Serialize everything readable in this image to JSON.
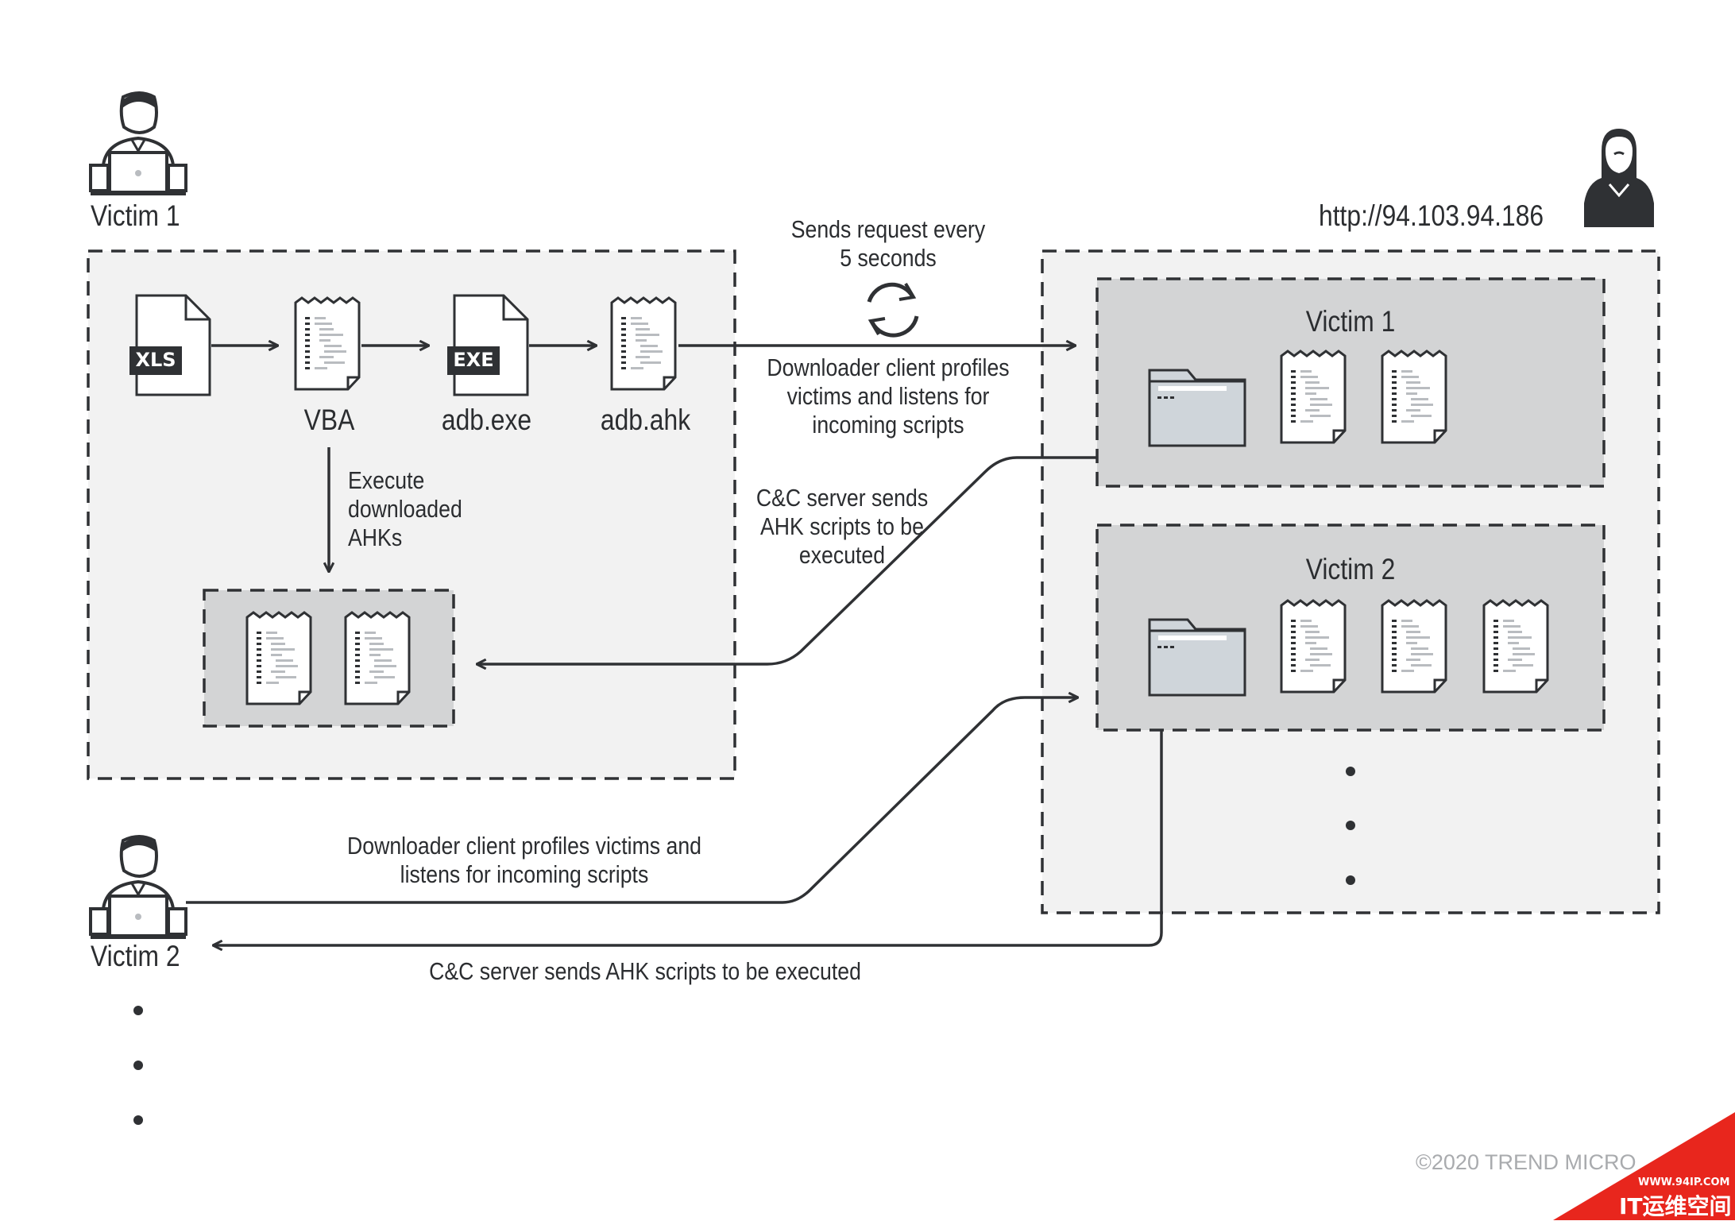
{
  "victim1_label": "Victim 1",
  "victim2_label": "Victim 2",
  "server_url": "http://94.103.94.186",
  "files": {
    "xls_tag": "XLS",
    "exe_tag": "EXE",
    "vba_label": "VBA",
    "exe_label": "adb.exe",
    "ahk_label": "adb.ahk"
  },
  "execute_note": "Execute\ndownloaded\nAHKs",
  "request_note": "Sends request every\n5 seconds",
  "profile_note_1": "Downloader client profiles\nvictims and listens for\nincoming scripts",
  "cnc_note_1": "C&C server sends\nAHK scripts to be\nexecuted",
  "server_box_1": "Victim 1",
  "server_box_2": "Victim 2",
  "profile_note_2": "Downloader client profiles victims and\nlistens for incoming scripts",
  "cnc_note_2": "C&C server sends AHK scripts to be executed",
  "copyright": "©2020 TREND MICRO",
  "watermark": {
    "url": "WWW.94IP.COM",
    "name": "IT运维空间"
  },
  "colors": {
    "stroke": "#2f3134",
    "panel": "#f2f2f2",
    "inner_panel": "#d3d4d5",
    "folder": "#cfd5da",
    "watermark": "#e8261d"
  }
}
